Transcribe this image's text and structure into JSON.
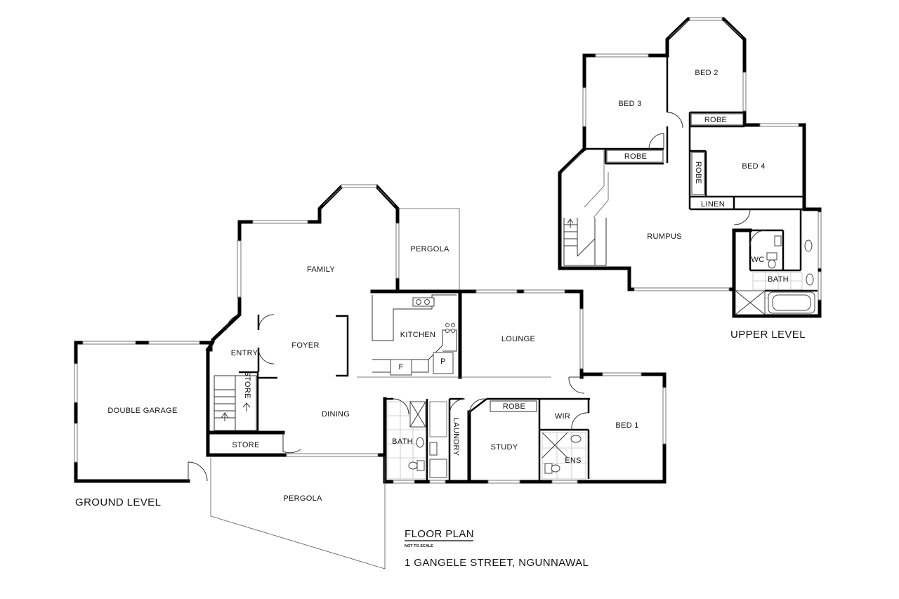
{
  "plan": {
    "title": "FLOOR PLAN",
    "scale_note": "NOT TO SCALE",
    "address": "1 GANGELE STREET, NGUNNAWAL"
  },
  "levels": {
    "ground": "GROUND LEVEL",
    "upper": "UPPER LEVEL"
  },
  "rooms": {
    "family": "FAMILY",
    "pergola_top": "PERGOLA",
    "kitchen": "KITCHEN",
    "fridge": "F",
    "pantry": "P",
    "lounge": "LOUNGE",
    "entry": "ENTRY",
    "foyer": "FOYER",
    "store_small": "STORE",
    "dining": "DINING",
    "double_garage": "DOUBLE GARAGE",
    "store": "STORE",
    "pergola_bottom": "PERGOLA",
    "bath": "BATH",
    "laundry": "LAUNDRY",
    "robe_study": "ROBE",
    "study": "STUDY",
    "wir": "WIR",
    "bed1": "BED 1",
    "ens": "ENS",
    "bed2": "BED 2",
    "bed3": "BED 3",
    "robe_bed2": "ROBE",
    "robe_bed3": "ROBE",
    "robe_bed4": "ROBE",
    "bed4": "BED 4",
    "linen": "LINEN",
    "rumpus": "RUMPUS",
    "wc": "WC",
    "bath_upper": "BATH"
  }
}
